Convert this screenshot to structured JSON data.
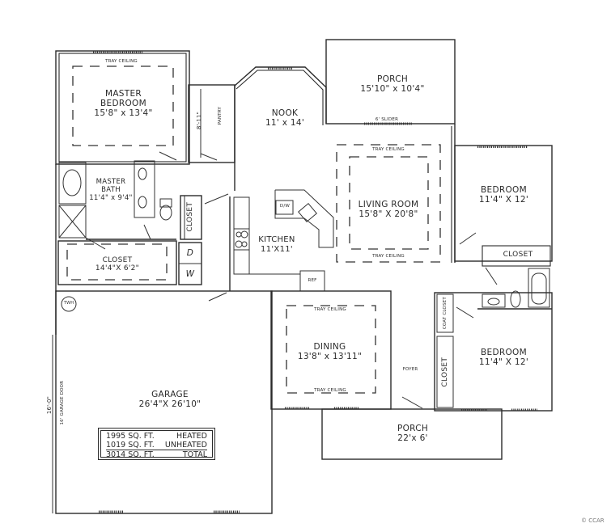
{
  "floor_plan": {
    "rooms": {
      "master_bedroom": {
        "name": "MASTER\nBEDROOM",
        "name_line1": "MASTER",
        "name_line2": "BEDROOM",
        "size": "15'8\" x 13'4\"",
        "ceiling": "TRAY CEILING"
      },
      "pantry": {
        "name": "PANTRY",
        "size": "8'-11\""
      },
      "nook": {
        "name": "NOOK",
        "size": "11' x 14'"
      },
      "rear_porch": {
        "name": "PORCH",
        "size": "15'10\" x 10'4\"",
        "door": "6' SLIDER"
      },
      "master_bath": {
        "name_line1": "MASTER",
        "name_line2": "BATH",
        "size": "11'4\" x 9'4\""
      },
      "hall_closet": {
        "name": "CLOSET"
      },
      "kitchen": {
        "name": "KITCHEN",
        "size": "11'X11'",
        "dishwasher": "D/W",
        "refrigerator": "REF"
      },
      "living_room": {
        "name": "LIVING ROOM",
        "size": "15'8\" X 20'8\"",
        "ceiling_top": "TRAY CEILING",
        "ceiling_bottom": "TRAY CEILING"
      },
      "bedroom_2": {
        "name": "BEDROOM",
        "size": "11'4\" X 12'",
        "closet": "CLOSET"
      },
      "master_closet": {
        "name": "CLOSET",
        "size": "14'4\"X 6'2\""
      },
      "laundry": {
        "dryer": "D",
        "washer": "W"
      },
      "dining": {
        "name": "DINING",
        "size": "13'8\" x 13'11\"",
        "ceiling_top": "TRAY CEILING",
        "ceiling_bottom": "TRAY CEILING"
      },
      "foyer": {
        "name": "FOYER",
        "coat_closet": "COAT CLOSET",
        "closet": "CLOSET"
      },
      "bedroom_3": {
        "name": "BEDROOM",
        "size": "11'4\" X 12'"
      },
      "garage": {
        "name": "GARAGE",
        "size": "26'4\"X 26'10\"",
        "water_heater": "TWH",
        "door_width": "16'-0\"",
        "door_label": "16' GARAGE DOOR"
      },
      "front_porch": {
        "name": "PORCH",
        "size": "22'x 6'"
      }
    },
    "square_footage": {
      "heated": {
        "value": "1995 SQ. FT.",
        "label": "HEATED"
      },
      "unheated": {
        "value": "1019 SQ. FT.",
        "label": "UNHEATED"
      },
      "total": {
        "value": "3014 SQ. FT.",
        "label": "TOTAL"
      }
    },
    "credit": "© CCAR"
  }
}
